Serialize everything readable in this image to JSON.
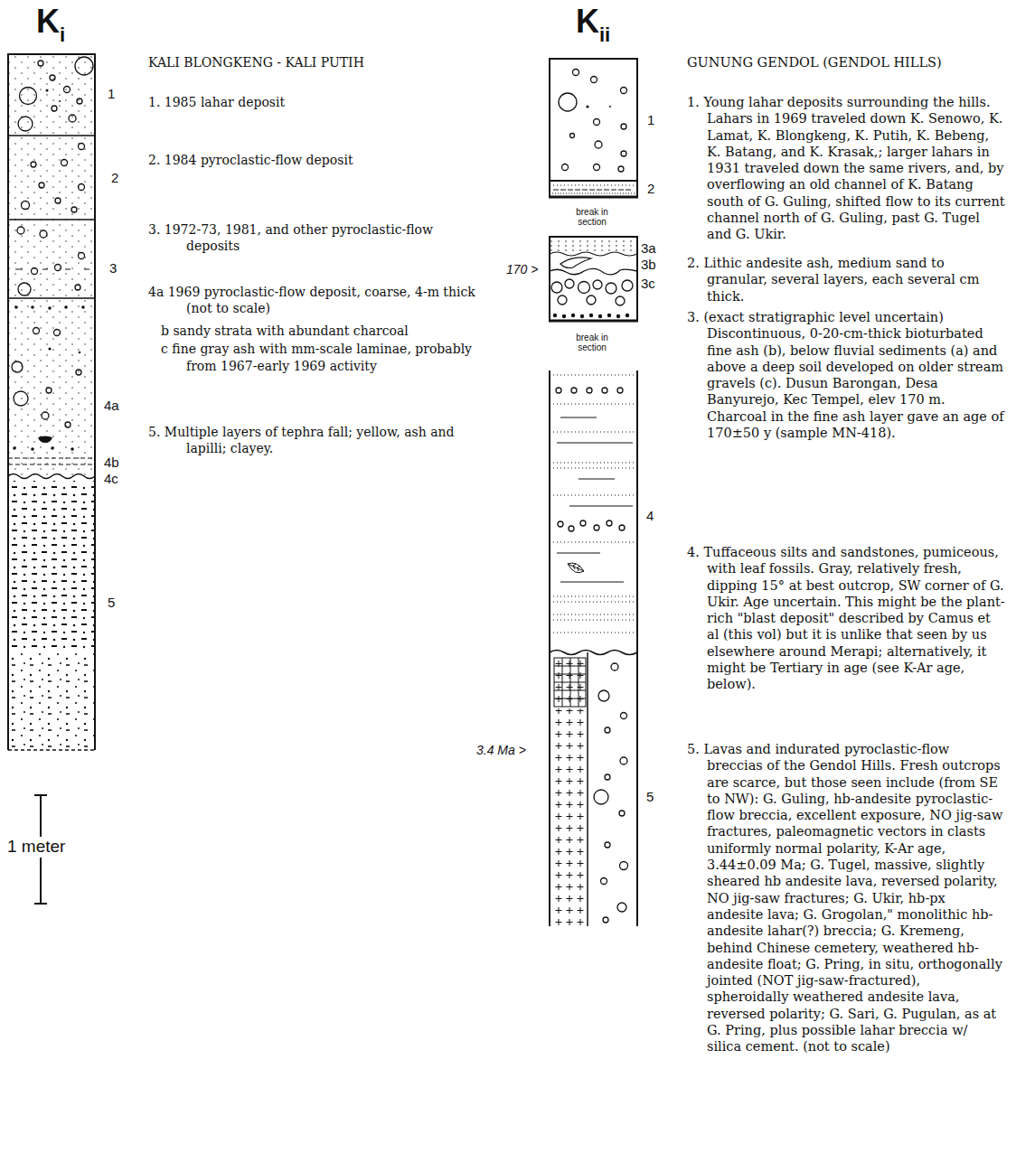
{
  "diagram": {
    "labels": [
      "K",
      "i",
      "KALI BLONGKENG - KALI PUTIH",
      "1",
      "1. 1985 lahar deposit",
      "2",
      "2. 1984 pyroclastic-flow deposit",
      "3",
      "3. 1972-73, 1981, and other pyroclastic-flow deposits",
      "4a",
      "4a 1969 pyroclastic-flow deposit, coarse, 4-m thick (not to scale)",
      "b sandy strata with abundant charcoal",
      "c fine gray ash with mm-scale laminae, probably from 1967-early 1969 activity",
      "4b",
      "4c",
      "5",
      "5. Multiple layers of tephra fall; yellow, ash and lapilli; clayey.",
      "1 meter",
      "K",
      "ii",
      "GUNUNG GENDOL (GENDOL HILLS)",
      "1",
      "2",
      "break in section",
      "170 >",
      "3a",
      "3b",
      "3c",
      "break in section",
      "4",
      "3.4 Ma >",
      "5",
      "1. Young lahar deposits surrounding the hills. Lahars in 1969 traveled down K. Senowo, K. Lamat, K. Blongkeng, K. Putih, K. Bebeng, K. Batang, and K. Krasak,; larger lahars in 1931 traveled down the same rivers, and, by overflowing an old channel of K. Batang south of G. Guling, shifted flow to its current channel north of G. Guling, past G. Tugel and G. Ukir.",
      "2. Lithic andesite ash, medium sand to granular, several layers, each several cm thick.",
      "3. (exact stratigraphic level uncertain) Discontinuous, 0-20-cm-thick bioturbated fine ash (b), below fluvial sediments (a) and above a deep soil developed on older stream gravels (c). Dusun Barongan, Desa Banyurejo, Kec Tempel, elev 170 m. Charcoal in the fine ash layer gave an age of 170±50 y (sample MN-418).",
      "4. Tuffaceous silts and sandstones, pumiceous, with leaf fossils. Gray, relatively fresh, dipping 15° at best outcrop, SW corner of G. Ukir. Age uncertain. This might be the plant-rich \"blast deposit\" described by Camus et al (this vol) but it is unlike that seen by us elsewhere around Merapi; alternatively, it might be Tertiary in age (see K-Ar age, below).",
      "5. Lavas and indurated pyroclastic-flow breccias of the Gendol Hills. Fresh outcrops are scarce, but those seen include (from SE to NW): G. Guling, hb-andesite pyroclastic-flow breccia, excellent exposure, NO jig-saw fractures, paleomagnetic vectors in clasts uniformly normal polarity, K-Ar age, 3.44±0.09 Ma; G. Tugel, massive, slightly sheared hb andesite lava, reversed polarity, NO jig-saw fractures; G. Ukir, hb-px andesite lava; G. Grogolan,\" monolithic hb-andesite lahar(?) breccia; G. Kremeng, behind Chinese cemetery, weathered hb-andesite float; G. Pring, in situ, orthogonally jointed (NOT jig-saw-fractured), spheroidally weathered andesite lava, reversed polarity; G. Sari, G. Pugulan, as at G. Pring, plus possible lahar breccia w/ silica cement. (not to scale)"
    ]
  }
}
